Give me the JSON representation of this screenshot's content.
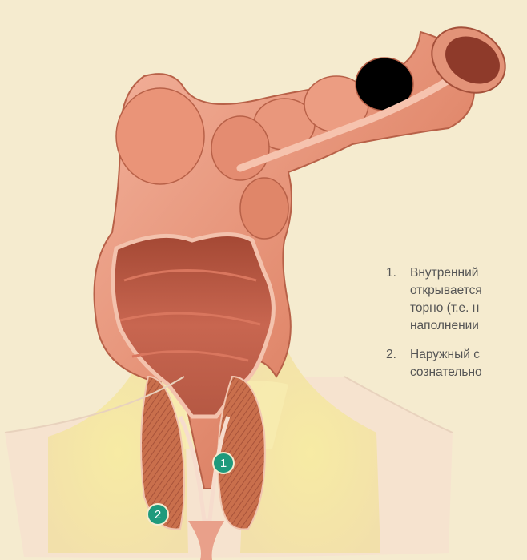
{
  "markers": [
    {
      "number": "1"
    },
    {
      "number": "2"
    }
  ],
  "legend": [
    {
      "number": "1.",
      "lines": [
        "Внутренний",
        "открывается",
        "торно (т.е. н",
        "наполнении"
      ]
    },
    {
      "number": "2.",
      "lines": [
        "Наружный с",
        "сознательно"
      ]
    }
  ],
  "colors": {
    "background": "#f5ebcf",
    "tissue": "#e7937a",
    "tissue_dark": "#b8543c",
    "fat": "#f4e58f",
    "muscle": "#c86f4b",
    "marker": "#1f9a7c"
  }
}
